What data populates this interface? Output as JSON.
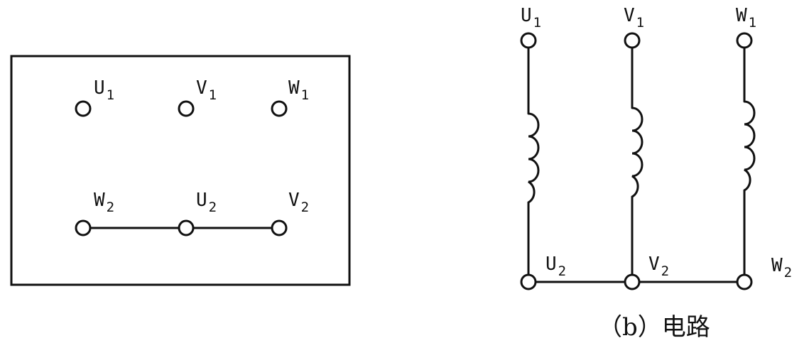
{
  "terminal_box": {
    "top_row": [
      {
        "letter": "U",
        "sub": "1"
      },
      {
        "letter": "V",
        "sub": "1"
      },
      {
        "letter": "W",
        "sub": "1"
      }
    ],
    "bottom_row": [
      {
        "letter": "W",
        "sub": "2"
      },
      {
        "letter": "U",
        "sub": "2"
      },
      {
        "letter": "V",
        "sub": "2"
      }
    ]
  },
  "circuit": {
    "top_labels": [
      {
        "letter": "U",
        "sub": "1"
      },
      {
        "letter": "V",
        "sub": "1"
      },
      {
        "letter": "W",
        "sub": "1"
      }
    ],
    "bottom_labels": [
      {
        "letter": "U",
        "sub": "2"
      },
      {
        "letter": "V",
        "sub": "2"
      },
      {
        "letter": "W",
        "sub": "2"
      }
    ],
    "caption": "（b）电路"
  }
}
